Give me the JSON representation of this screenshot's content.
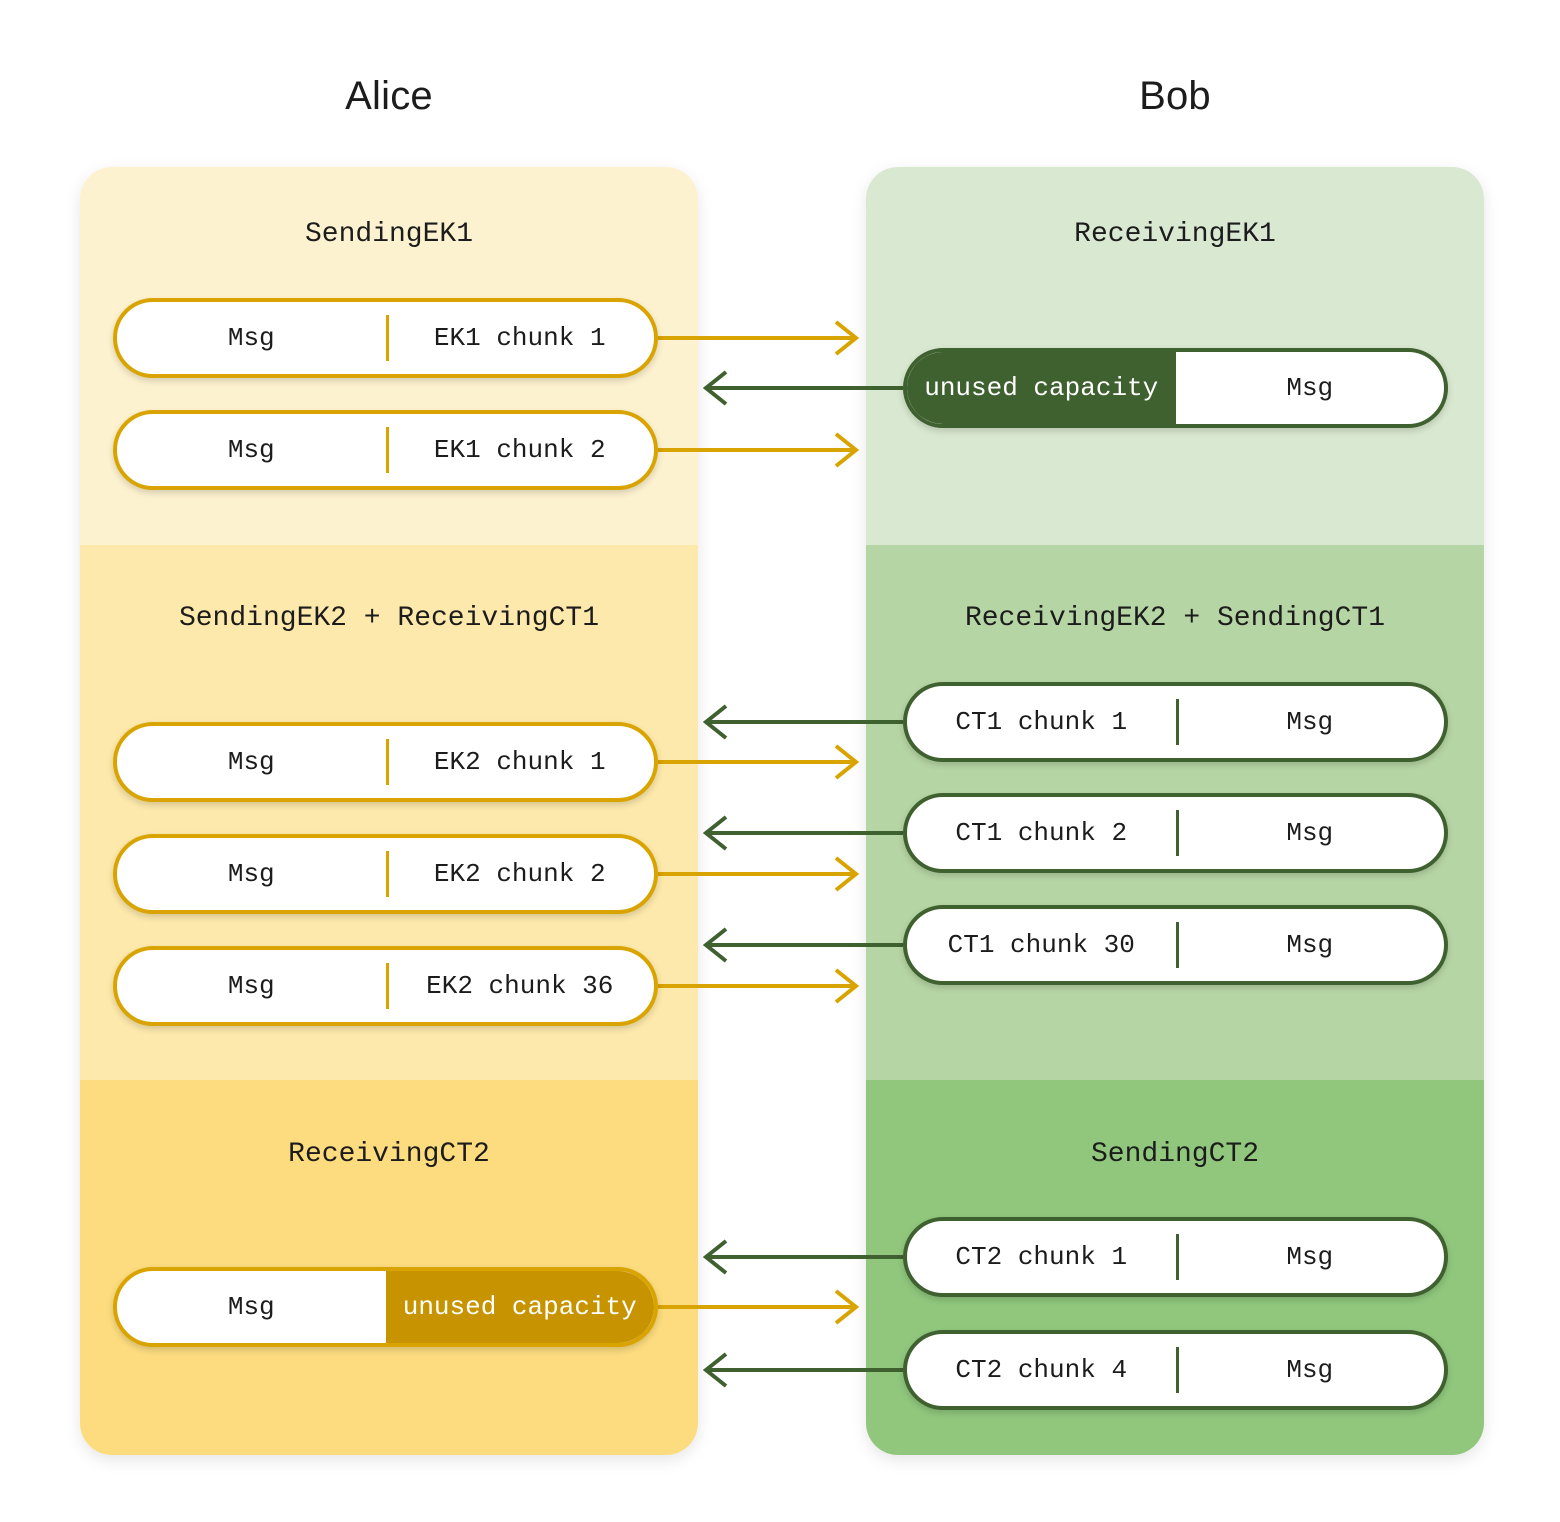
{
  "columns": {
    "left": {
      "title": "Alice"
    },
    "right": {
      "title": "Bob"
    }
  },
  "alice": {
    "sections": [
      {
        "id": "sending-ek1",
        "title": "SendingEK1",
        "pills": [
          {
            "left_label": "Msg",
            "right_label": "EK1 chunk 1",
            "fill_side": "none"
          },
          {
            "left_label": "Msg",
            "right_label": "EK1 chunk 2",
            "fill_side": "none"
          }
        ]
      },
      {
        "id": "sending-ek2-receiving-ct1",
        "title": "SendingEK2 + ReceivingCT1",
        "pills": [
          {
            "left_label": "Msg",
            "right_label": "EK2 chunk 1",
            "fill_side": "none"
          },
          {
            "left_label": "Msg",
            "right_label": "EK2 chunk 2",
            "fill_side": "none"
          },
          {
            "left_label": "Msg",
            "right_label": "EK2 chunk 36",
            "fill_side": "none"
          }
        ]
      },
      {
        "id": "receiving-ct2",
        "title": "ReceivingCT2",
        "pills": [
          {
            "left_label": "Msg",
            "right_label": "unused capacity",
            "fill_side": "right"
          }
        ]
      }
    ]
  },
  "bob": {
    "sections": [
      {
        "id": "receiving-ek1",
        "title": "ReceivingEK1",
        "pills": [
          {
            "left_label": "unused capacity",
            "right_label": "Msg",
            "fill_side": "left"
          }
        ]
      },
      {
        "id": "receiving-ek2-sending-ct1",
        "title": "ReceivingEK2 + SendingCT1",
        "pills": [
          {
            "left_label": "CT1 chunk 1",
            "right_label": "Msg",
            "fill_side": "none"
          },
          {
            "left_label": "CT1 chunk 2",
            "right_label": "Msg",
            "fill_side": "none"
          },
          {
            "left_label": "CT1 chunk 30",
            "right_label": "Msg",
            "fill_side": "none"
          }
        ]
      },
      {
        "id": "sending-ct2",
        "title": "SendingCT2",
        "pills": [
          {
            "left_label": "CT2 chunk 1",
            "right_label": "Msg",
            "fill_side": "none"
          },
          {
            "left_label": "CT2 chunk 4",
            "right_label": "Msg",
            "fill_side": "none"
          }
        ]
      }
    ]
  },
  "arrows": [
    {
      "direction": "right",
      "color": "#d9a400",
      "from": "alice-sending-ek1-pill-0",
      "to": "bob"
    },
    {
      "direction": "left",
      "color": "#3f6130",
      "from": "bob-receiving-ek1-pill-0",
      "to": "alice"
    },
    {
      "direction": "right",
      "color": "#d9a400",
      "from": "alice-sending-ek1-pill-1",
      "to": "bob"
    },
    {
      "direction": "left",
      "color": "#3f6130",
      "from": "bob-ct1-pill-0",
      "to": "alice"
    },
    {
      "direction": "right",
      "color": "#d9a400",
      "from": "alice-ek2-pill-0",
      "to": "bob"
    },
    {
      "direction": "left",
      "color": "#3f6130",
      "from": "bob-ct1-pill-1",
      "to": "alice"
    },
    {
      "direction": "right",
      "color": "#d9a400",
      "from": "alice-ek2-pill-1",
      "to": "bob"
    },
    {
      "direction": "left",
      "color": "#3f6130",
      "from": "bob-ct1-pill-2",
      "to": "alice"
    },
    {
      "direction": "right",
      "color": "#d9a400",
      "from": "alice-ek2-pill-2",
      "to": "bob"
    },
    {
      "direction": "left",
      "color": "#3f6130",
      "from": "bob-ct2-pill-0",
      "to": "alice"
    },
    {
      "direction": "right",
      "color": "#d9a400",
      "from": "alice-ct2-pill-0",
      "to": "bob"
    },
    {
      "direction": "left",
      "color": "#3f6130",
      "from": "bob-ct2-pill-1",
      "to": "alice"
    }
  ],
  "colors": {
    "gold_border": "#d9a400",
    "gold_fill": "#c79400",
    "green_border": "#3f6130",
    "green_fill": "#3f6130",
    "alice_band1": "#fdf2cf",
    "alice_band2": "#fde9ab",
    "alice_band3": "#fcdc7e",
    "bob_band1": "#d9e8d0",
    "bob_band2": "#b6d5a4",
    "bob_band3": "#90c77d"
  }
}
